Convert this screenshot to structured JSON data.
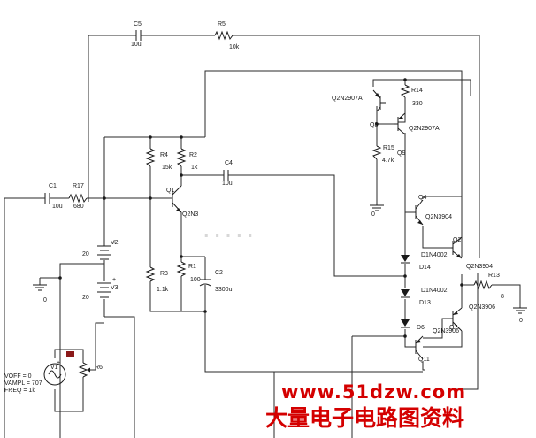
{
  "components": {
    "c5": {
      "ref": "C5",
      "value": "10u"
    },
    "r5": {
      "ref": "R5",
      "value": "10k"
    },
    "c1": {
      "ref": "C1",
      "value": "10u"
    },
    "r17": {
      "ref": "R17",
      "value": "680"
    },
    "r4": {
      "ref": "R4",
      "value": "15k"
    },
    "r2": {
      "ref": "R2",
      "value": "1k"
    },
    "q1": {
      "ref": "Q1",
      "model": "Q2N3"
    },
    "c4": {
      "ref": "C4",
      "value": "10u"
    },
    "r3": {
      "ref": "R3",
      "value": "1.1k"
    },
    "r1": {
      "ref": "R1",
      "value": "100"
    },
    "c2": {
      "ref": "C2",
      "value": "3300u"
    },
    "v2": {
      "ref": "V2",
      "value": "20"
    },
    "v3": {
      "ref": "V3",
      "value": "20"
    },
    "v1": {
      "ref": "V1",
      "voff": "VOFF = 0",
      "vampl": "VAMPL = 707",
      "freq": "FREQ = 1k"
    },
    "r6": {
      "ref": "R6"
    },
    "q8": {
      "ref": "Q8",
      "model": "Q2N2907A"
    },
    "q9": {
      "ref": "Q9",
      "model": "Q2N2907A"
    },
    "r14": {
      "ref": "R14",
      "value": "330"
    },
    "r15": {
      "ref": "R15",
      "value": "4.7k"
    },
    "q4": {
      "ref": "Q4",
      "model": "Q2N3904"
    },
    "q2": {
      "ref": "Q2",
      "model": "Q2N3904"
    },
    "d14": {
      "ref": "D14",
      "model": "D1N4002"
    },
    "d13": {
      "ref": "D13",
      "model": "D1N4002"
    },
    "r13": {
      "ref": "R13",
      "value": "8"
    },
    "d6": {
      "ref": "D6"
    },
    "q7": {
      "ref": "Q7",
      "model": "Q2N3906"
    },
    "q11": {
      "ref": "Q11",
      "model": "Q2N3906"
    }
  },
  "ground_label": "0",
  "watermark": {
    "url": "www.51dzw.com",
    "text_cn": "大量电子电路图资料"
  }
}
